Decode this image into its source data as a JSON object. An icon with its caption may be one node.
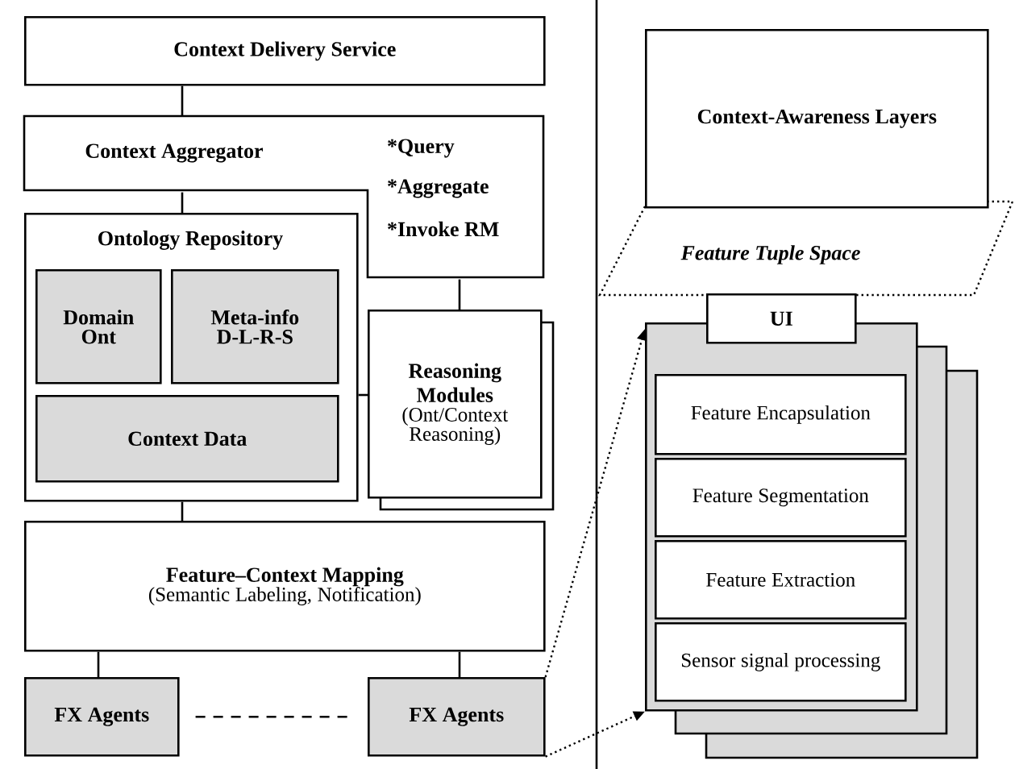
{
  "diagram": {
    "nodes": [
      {
        "text": [
          "Context Delivery Service"
        ]
      },
      {
        "text": [
          "Context Aggregator",
          "*Query",
          "*Aggregate",
          "*Invoke RM"
        ]
      },
      {
        "text": [
          "Ontology Repository"
        ]
      },
      {
        "text": [
          "Domain Ont"
        ],
        "in": 2
      },
      {
        "text": [
          "Meta-info D-L-R-S"
        ],
        "in": 2
      },
      {
        "text": [
          "Context Data"
        ],
        "in": 2
      },
      {
        "text": [
          "Reasoning Modules",
          "(Ont/Context Reasoning)"
        ]
      },
      {
        "text": [
          "Feature–Context Mapping",
          "(Semantic Labeling, Notification)"
        ]
      },
      {
        "text": [
          "FX Agents"
        ]
      },
      {
        "text": [
          "FX Agents"
        ]
      },
      {
        "text": [
          "Context-Awareness Layers"
        ]
      },
      {
        "text": [
          "UI"
        ]
      },
      {
        "text": [],
        "shape": "box"
      },
      {
        "text": [
          "Feature Encapsulation"
        ],
        "in": 12
      },
      {
        "text": [
          "Feature Segmentation"
        ],
        "in": 12
      },
      {
        "text": [
          "Feature Extraction"
        ],
        "in": 12
      },
      {
        "text": [
          "Sensor signal processing"
        ],
        "in": 12
      }
    ],
    "edges": [
      {
        "from": 0,
        "to": 1,
        "arrow": "none"
      },
      {
        "from": 1,
        "to": 2,
        "arrow": "none"
      },
      {
        "from": 1,
        "to": 6,
        "arrow": "none"
      },
      {
        "from": 2,
        "to": 6,
        "arrow": "none"
      },
      {
        "from": 2,
        "to": 7,
        "arrow": "none"
      },
      {
        "from": 7,
        "to": 8,
        "arrow": "none"
      },
      {
        "from": 7,
        "to": 9,
        "arrow": "none"
      },
      {
        "from": 8,
        "to": 9,
        "arrow": "none",
        "style": "dashed"
      },
      {
        "from": 9,
        "to": 12,
        "arrow": "to",
        "style": "dashed"
      },
      {
        "from": 9,
        "to": 12,
        "arrow": "to",
        "style": "dashed"
      }
    ],
    "labels": [
      "Feature Tuple Space"
    ]
  }
}
